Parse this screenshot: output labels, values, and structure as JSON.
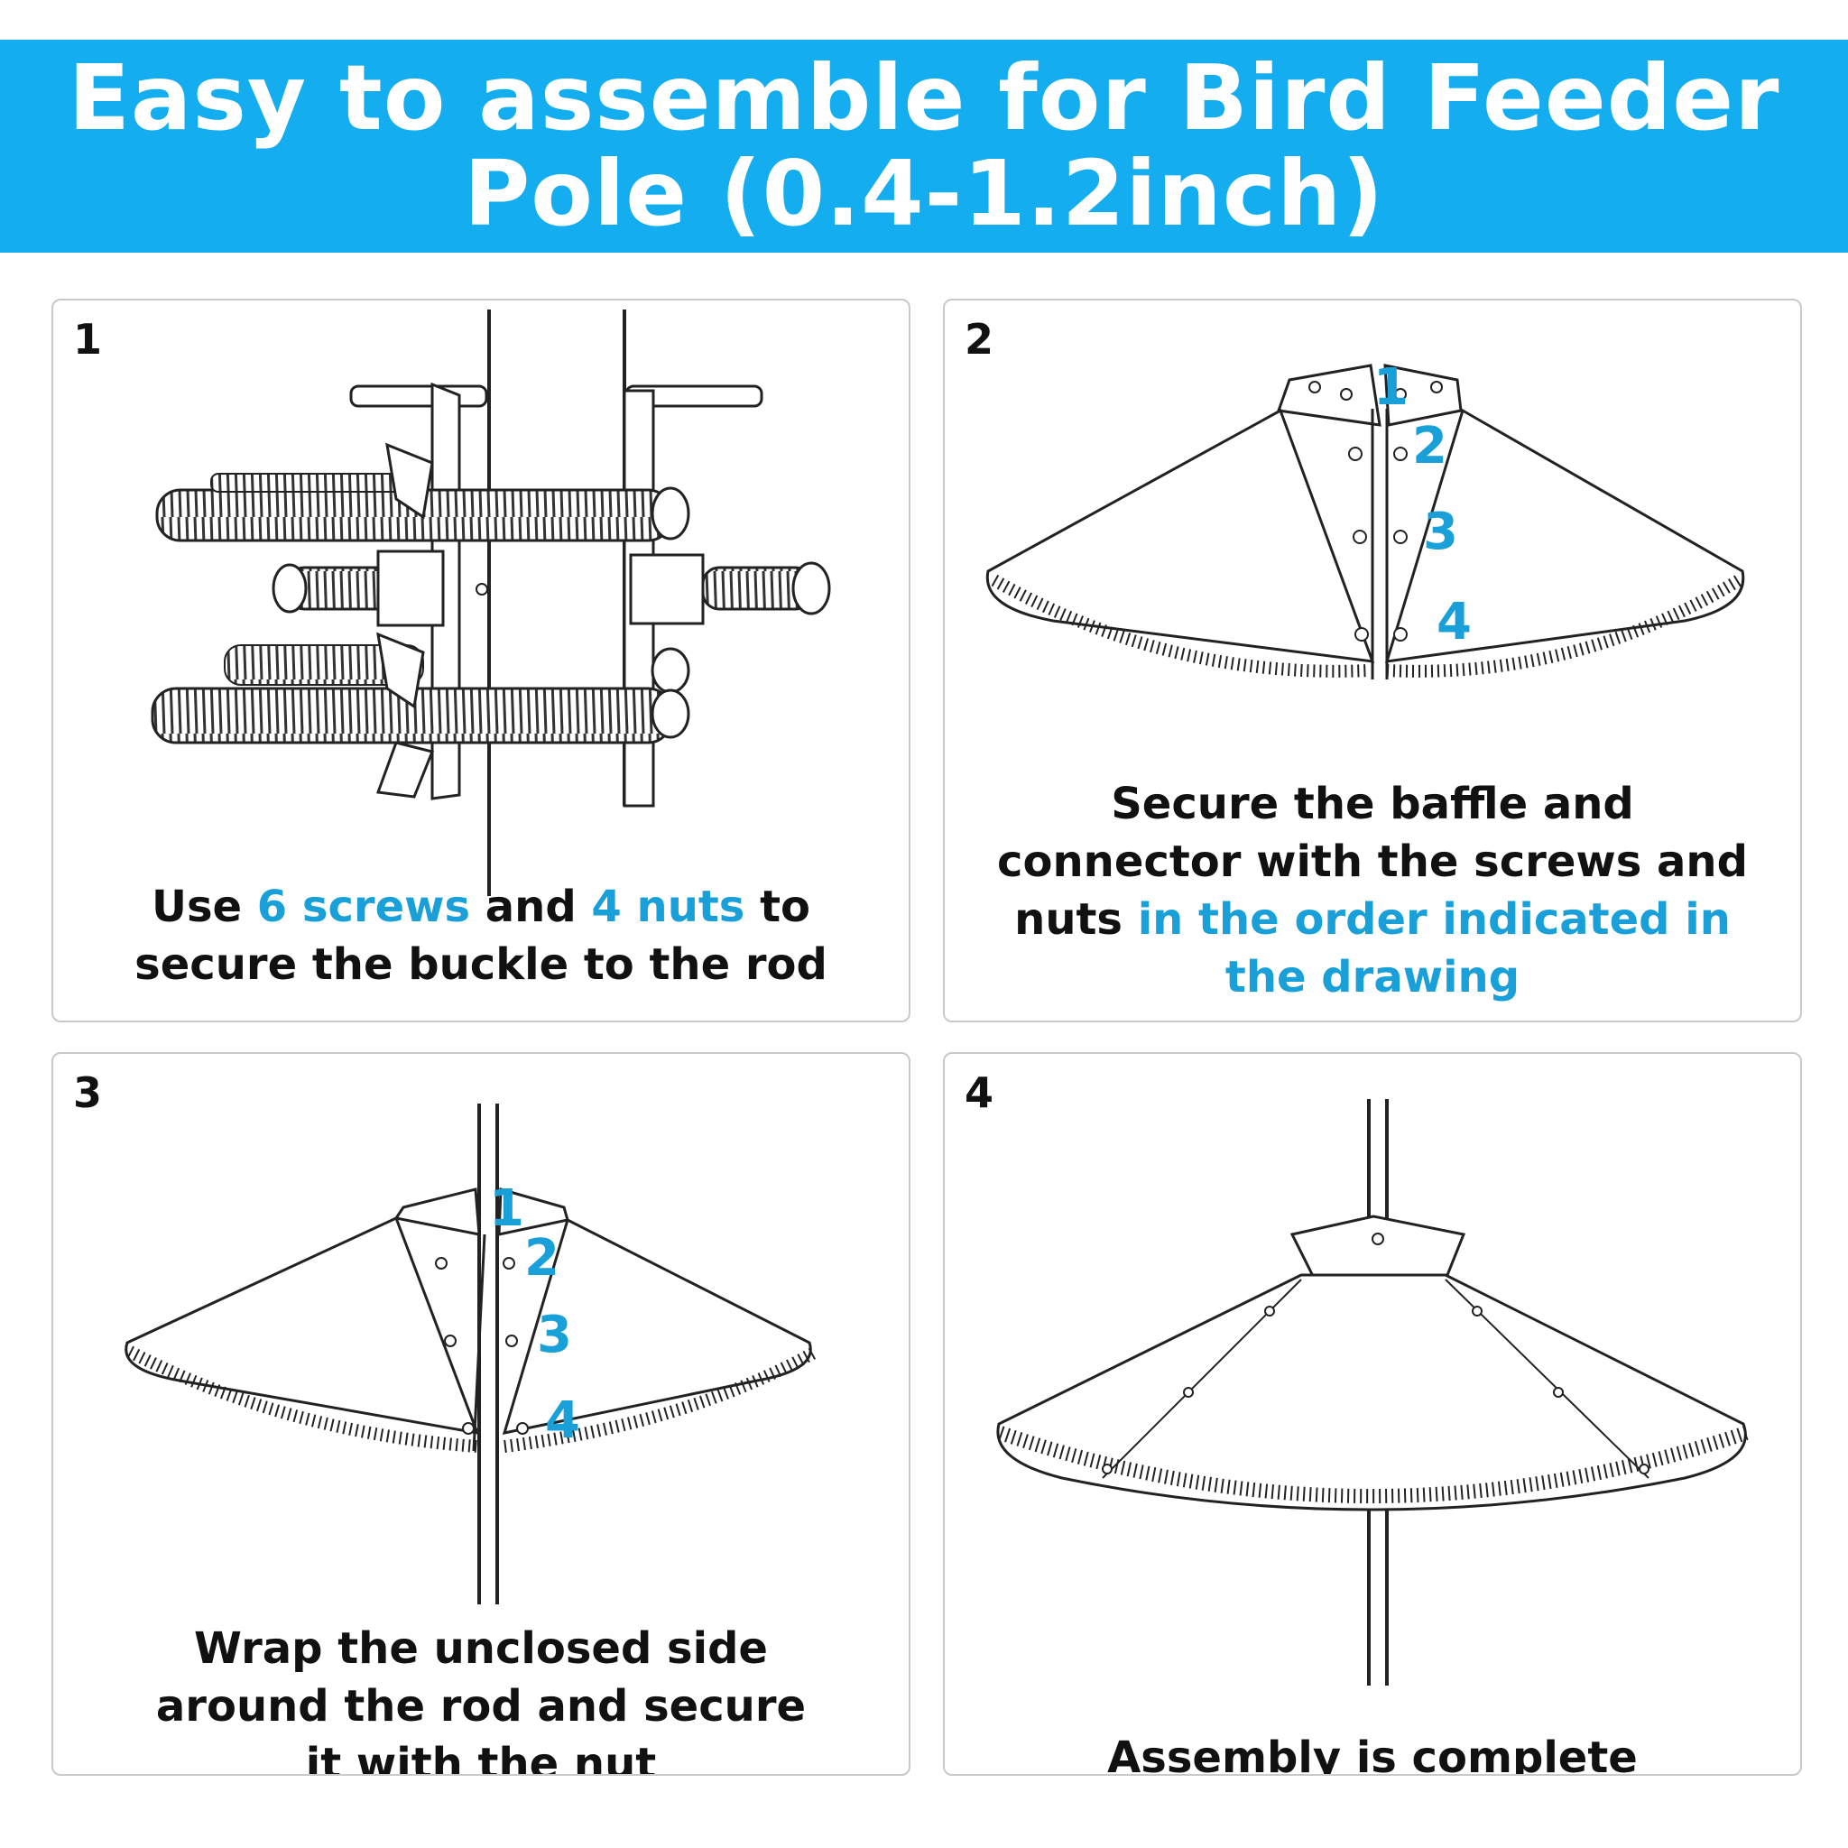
{
  "banner": {
    "title_line1": "Easy to assemble for Bird Feeder",
    "title_line2": "Pole (0.4-1.2inch)",
    "color": "#14aef0"
  },
  "accent_color": "#1aa0d8",
  "steps": [
    {
      "number": "1",
      "caption": {
        "l1_a": "Use ",
        "l1_b": "6 screws",
        "l1_c": " and ",
        "l1_d": "4 nuts",
        "l1_e": " to",
        "l2": "secure the buckle to the rod"
      }
    },
    {
      "number": "2",
      "labels": [
        "1",
        "2",
        "3",
        "4"
      ],
      "caption": {
        "l1": "Secure the baffle and",
        "l2": "connector with the screws and",
        "l3_a": "nuts ",
        "l3_b": "in the order indicated in",
        "l4": "the drawing"
      }
    },
    {
      "number": "3",
      "labels": [
        "1",
        "2",
        "3",
        "4"
      ],
      "caption": {
        "l1": "Wrap the unclosed side",
        "l2": "around the rod and secure",
        "l3": "it with the nut"
      }
    },
    {
      "number": "4",
      "caption": {
        "l1": "Assembly is complete"
      }
    }
  ]
}
